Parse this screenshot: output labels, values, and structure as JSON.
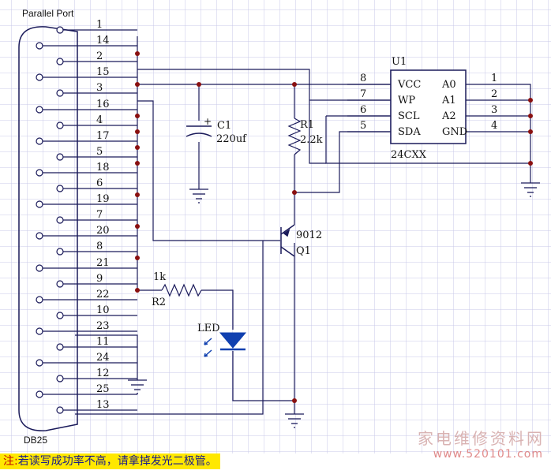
{
  "title": "Parallel Port",
  "connector_name": "DB25",
  "pins_top": [
    "1",
    "14",
    "2",
    "15",
    "3",
    "16",
    "4",
    "17",
    "5",
    "18",
    "6",
    "19",
    "7",
    "20",
    "8",
    "21",
    "9",
    "22",
    "10",
    "23",
    "11",
    "24",
    "12",
    "25",
    "13"
  ],
  "ic": {
    "ref": "U1",
    "part": "24CXX",
    "left_pins": [
      {
        "num": "8",
        "name": "VCC"
      },
      {
        "num": "7",
        "name": "WP"
      },
      {
        "num": "6",
        "name": "SCL"
      },
      {
        "num": "5",
        "name": "SDA"
      }
    ],
    "right_pins": [
      {
        "num": "1",
        "name": "A0"
      },
      {
        "num": "2",
        "name": "A1"
      },
      {
        "num": "3",
        "name": "A2"
      },
      {
        "num": "4",
        "name": "GND"
      }
    ]
  },
  "c1": {
    "ref": "C1",
    "value": "220uf",
    "plus": "+"
  },
  "r1": {
    "ref": "R1",
    "value": "2.2k"
  },
  "r2": {
    "ref": "R2",
    "value": "1k"
  },
  "q1": {
    "ref": "Q1",
    "part": "9012"
  },
  "led": {
    "label": "LED"
  },
  "note": {
    "prefix": "注:",
    "text": "若读写成功率不高，请拿掉发光二极管。"
  },
  "watermark": {
    "line1": "家电维修资料网",
    "line2": "www.520101.com"
  },
  "colors": {
    "wire": "#1a1a5a",
    "junction": "#8a1010",
    "grid": "#c8c8e8",
    "led": "#1040b0",
    "note_bg": "#ffe800"
  }
}
